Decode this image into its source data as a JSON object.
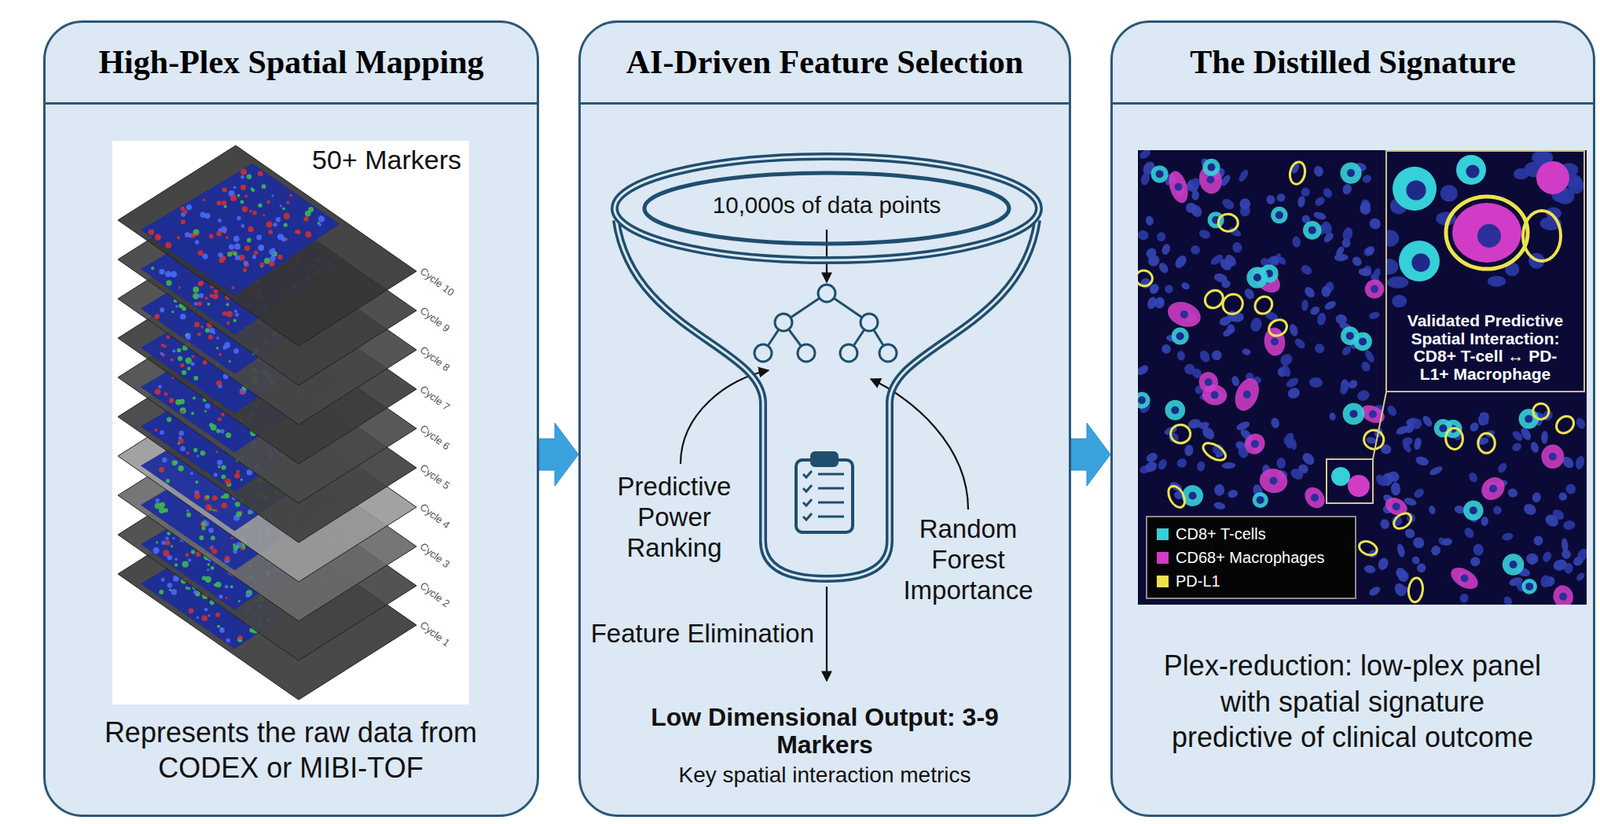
{
  "diagram": {
    "nodes": [
      {
        "text": [
          "High-Plex Spatial Mapping",
          "Represents the raw data from CODEX or MIBI-TOF"
        ]
      },
      {
        "text": [
          "AI-Driven Feature Selection",
          "Low Dimensional Output: 3-9 Markers",
          "Key spatial interaction metrics"
        ]
      },
      {
        "text": [
          "10,000s of data points"
        ],
        "in": 1
      },
      {
        "text": [
          "The Distilled Signature",
          "Plex-reduction: low-plex panel with spatial signature predictive of clinical outcome"
        ]
      },
      {
        "text": [
          "Validated Predictive Spatial Interaction: CD8+ T-cell ↔ PD-L1+ Macrophage"
        ],
        "in": 3
      }
    ],
    "edges": [
      {
        "from": 0,
        "to": 1,
        "arrow": "to"
      },
      {
        "from": 1,
        "to": 3,
        "arrow": "to"
      }
    ],
    "labels": [
      "50+ Markers",
      "Cycle 10",
      "Cycle 9",
      "Cycle 8",
      "Cycle 7",
      "Cycle 6",
      "Cycle 5",
      "Cycle 4",
      "Cycle 3",
      "Cycle 2",
      "Cycle 1",
      "Predictive Power Ranking",
      "Random Forest Importance",
      "Feature Elimination"
    ],
    "legend": [
      {
        "text": "CD8+ T-cells",
        "color": "#35d0d8"
      },
      {
        "text": "CD68+ Macrophages",
        "color": "#d03cc6"
      },
      {
        "text": "PD-L1",
        "color": "#ece44c"
      }
    ]
  }
}
